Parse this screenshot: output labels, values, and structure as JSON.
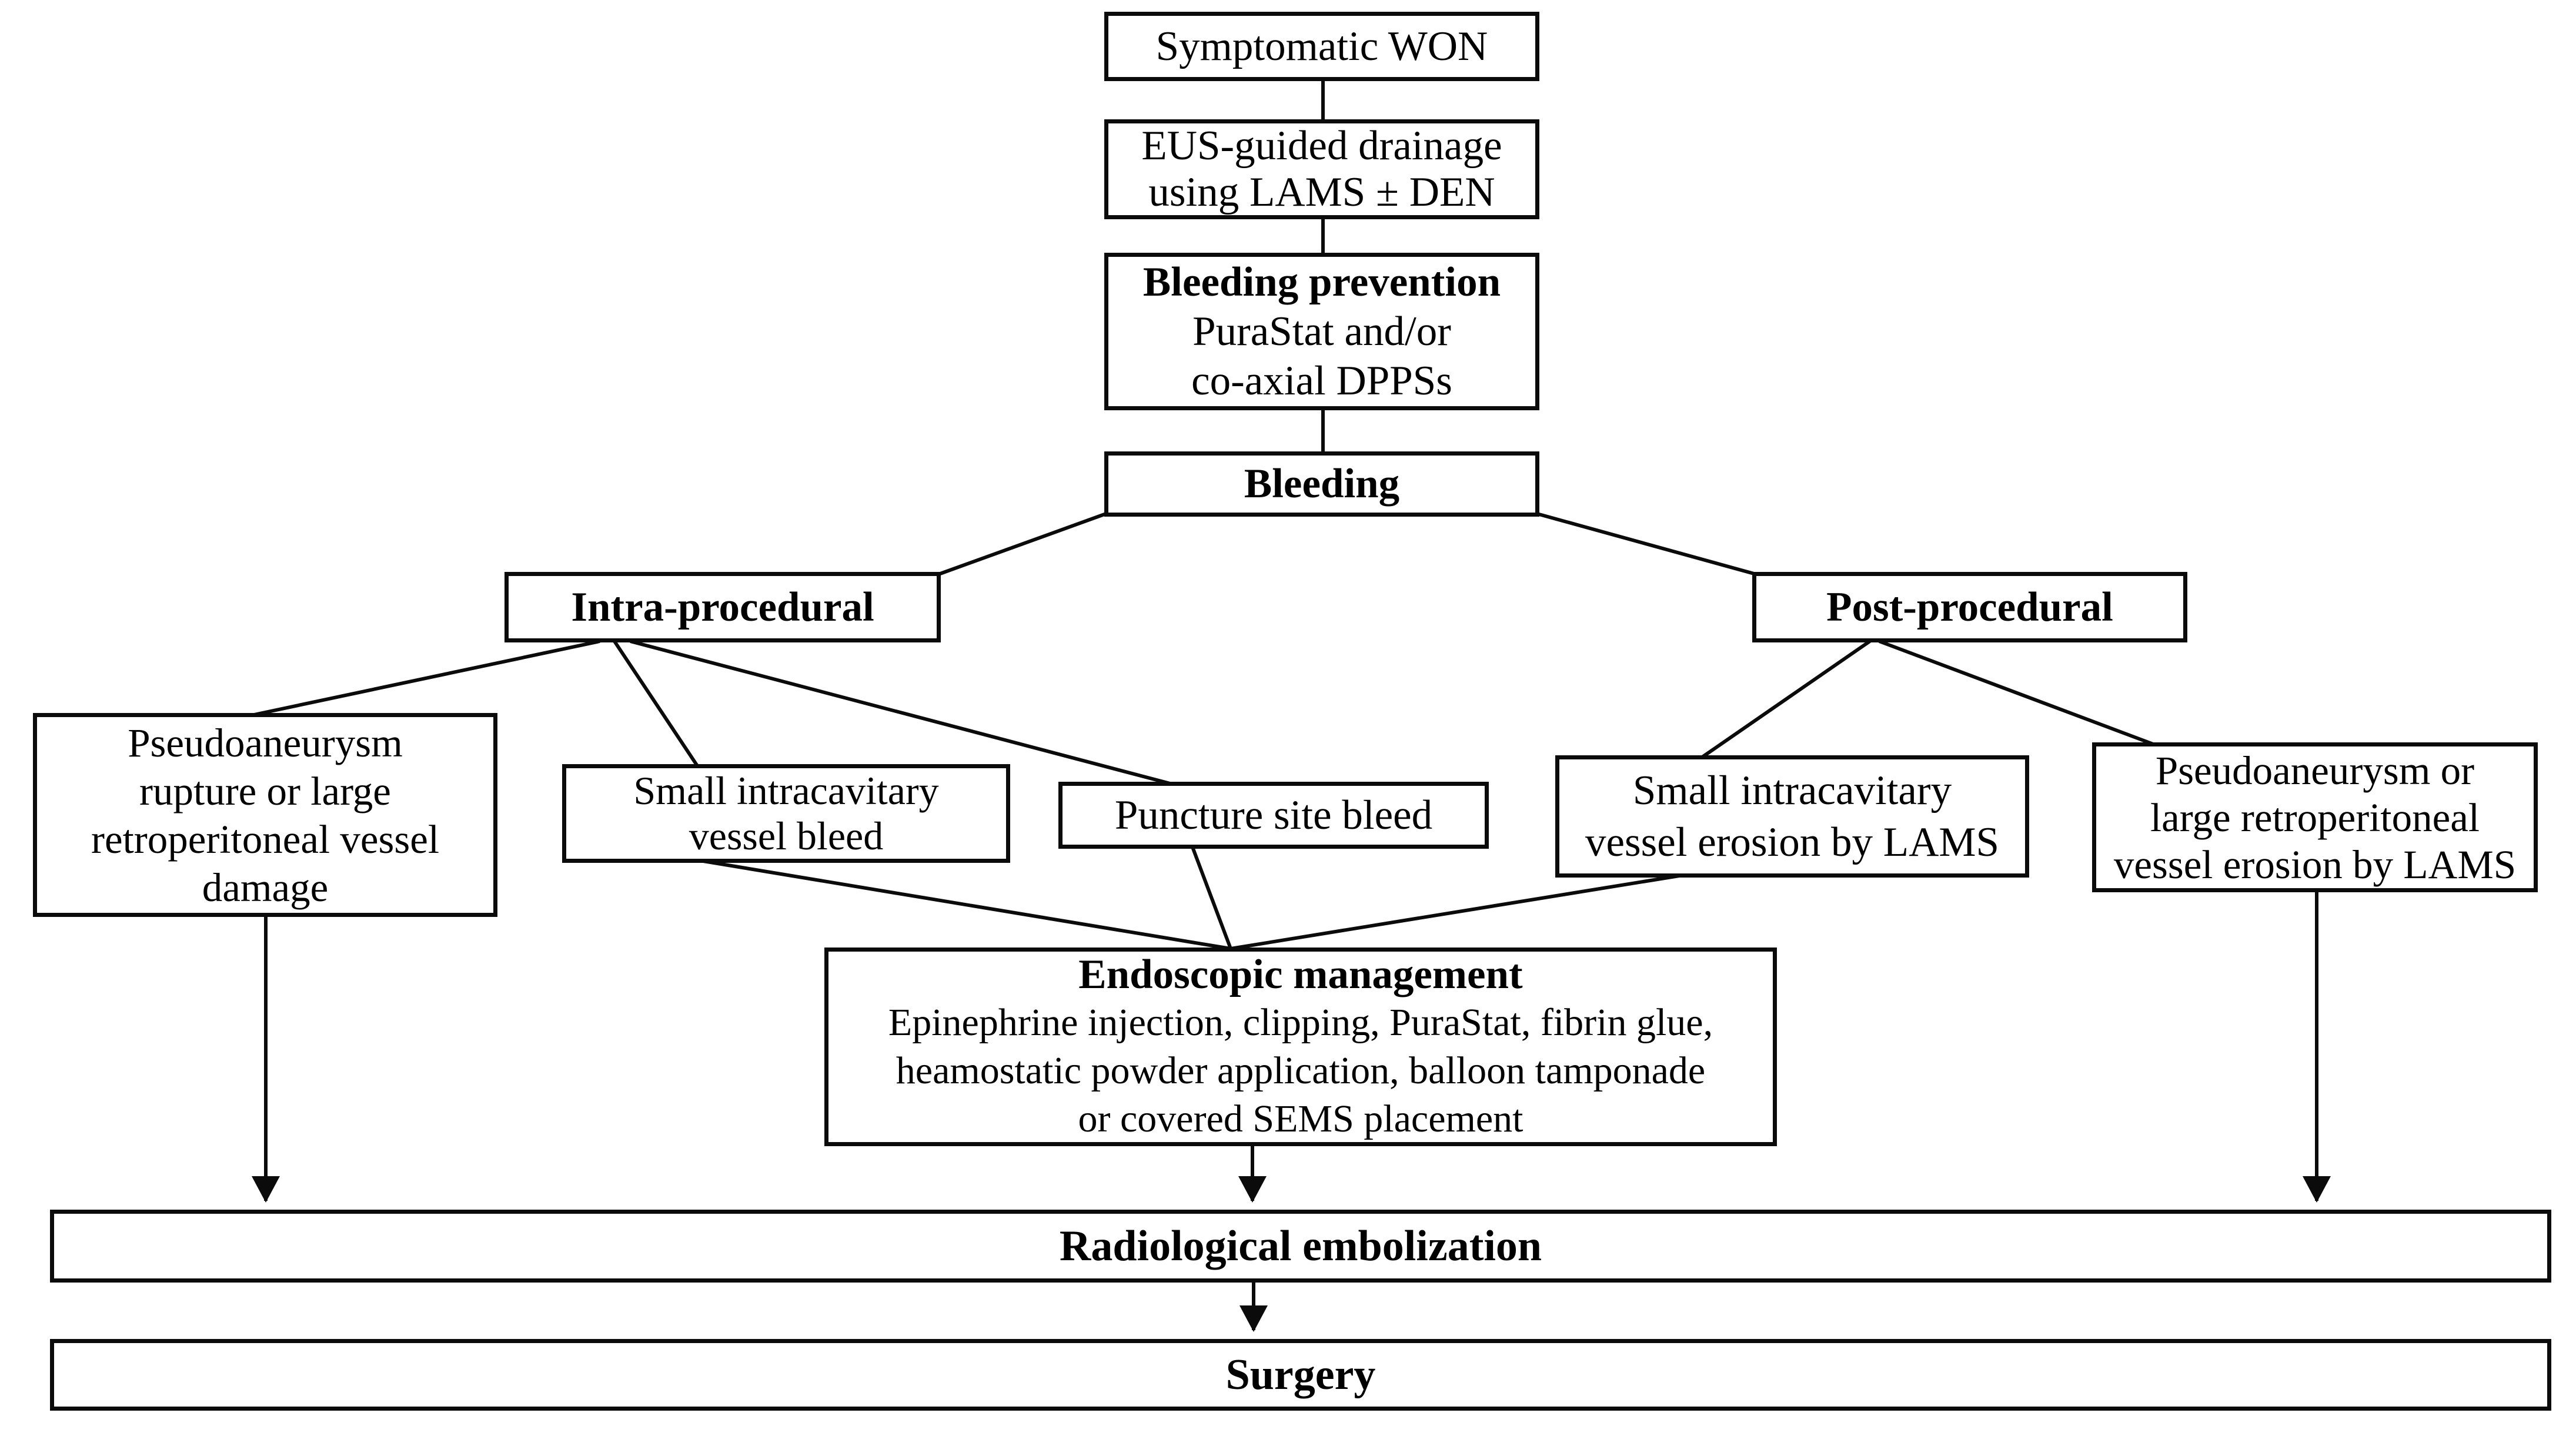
{
  "colors": {
    "background": "#ffffff",
    "line": "#000000"
  },
  "nodes": {
    "symptomatic": {
      "lines": [
        "Symptomatic WON"
      ]
    },
    "eus": {
      "lines": [
        "EUS-guided drainage",
        "using LAMS ± DEN"
      ]
    },
    "prevention": {
      "lines": [
        "Bleeding prevention",
        "PuraStat and/or",
        "co-axial DPPSs"
      ]
    },
    "bleeding": {
      "lines": [
        "Bleeding"
      ]
    },
    "intra": {
      "lines": [
        "Intra-procedural"
      ]
    },
    "post": {
      "lines": [
        "Post-procedural"
      ]
    },
    "left_pseudo": {
      "lines": [
        "Pseudoaneurysm",
        "rupture or large",
        "retroperitoneal vessel",
        "damage"
      ]
    },
    "small_bleed": {
      "lines": [
        "Small intracavitary",
        "vessel bleed"
      ]
    },
    "puncture": {
      "lines": [
        "Puncture site bleed"
      ]
    },
    "small_erosion": {
      "lines": [
        "Small intracavitary",
        "vessel erosion by LAMS"
      ]
    },
    "right_pseudo": {
      "lines": [
        "Pseudoaneurysm or",
        "large retroperitoneal",
        "vessel erosion by LAMS"
      ]
    },
    "endoscopic": {
      "lines": [
        "Endoscopic management",
        "Epinephrine injection, clipping, PuraStat, fibrin glue,",
        "heamostatic powder application, balloon tamponade",
        "or covered SEMS placement"
      ]
    },
    "radiological": {
      "lines": [
        "Radiological embolization"
      ]
    },
    "surgery": {
      "lines": [
        "Surgery"
      ]
    }
  }
}
